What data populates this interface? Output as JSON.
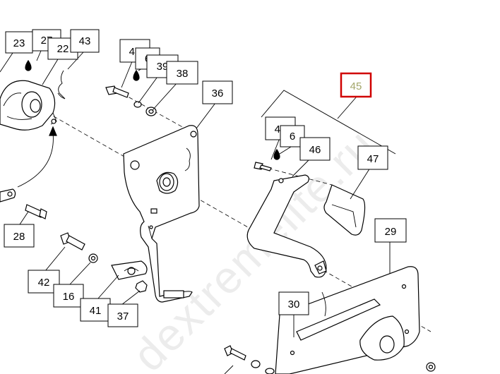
{
  "callouts": [
    {
      "id": "23",
      "label": "23"
    },
    {
      "id": "27",
      "label": "27"
    },
    {
      "id": "22",
      "label": "22"
    },
    {
      "id": "43",
      "label": "43"
    },
    {
      "id": "40",
      "label": "40"
    },
    {
      "id": "6a",
      "label": "6"
    },
    {
      "id": "39",
      "label": "39"
    },
    {
      "id": "38",
      "label": "38"
    },
    {
      "id": "36",
      "label": "36"
    },
    {
      "id": "45",
      "label": "45"
    },
    {
      "id": "48",
      "label": "48"
    },
    {
      "id": "6b",
      "label": "6"
    },
    {
      "id": "46",
      "label": "46"
    },
    {
      "id": "47",
      "label": "47"
    },
    {
      "id": "29",
      "label": "29"
    },
    {
      "id": "28",
      "label": "28"
    },
    {
      "id": "42",
      "label": "42"
    },
    {
      "id": "16",
      "label": "16"
    },
    {
      "id": "41",
      "label": "41"
    },
    {
      "id": "37",
      "label": "37"
    },
    {
      "id": "30",
      "label": "30"
    }
  ],
  "highlighted_callout": "45",
  "colors": {
    "highlight_border": "#d00000",
    "highlight_text": "#a3a66a"
  },
  "watermark": "dextremelite.ru"
}
